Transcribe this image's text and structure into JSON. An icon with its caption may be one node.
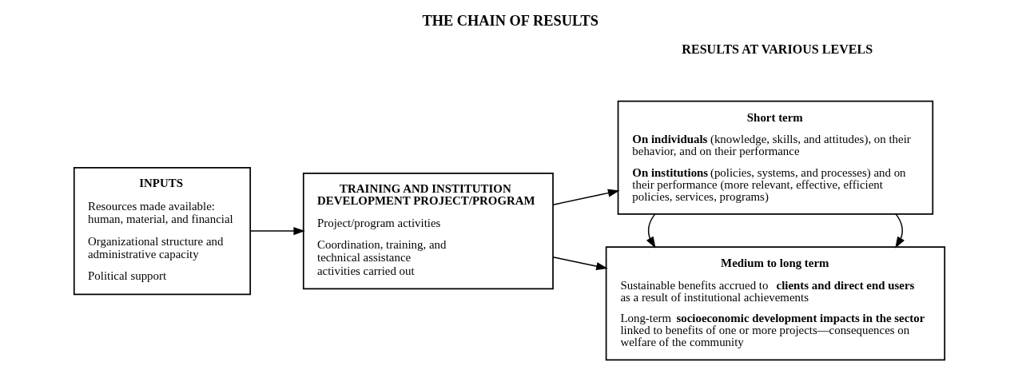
{
  "diagram": {
    "title": "THE CHAIN OF RESULTS",
    "nodes": [
      {
        "text": [
          "INPUTS",
          "Resources made available: human, material, and financial",
          "Organizational structure and administrative capacity",
          "Political support"
        ]
      },
      {
        "text": [
          "TRAINING AND INSTITUTION DEVELOPMENT PROJECT/PROGRAM",
          "Project/program activities",
          "Coordination, training, and technical assistance activities carried out"
        ]
      },
      {
        "text": [
          "Short term",
          "**On individuals** (knowledge, skills, and attitudes), on their behavior, and on their performance",
          "**On institutions** (policies, systems, and processes) and on their performance (more relevant, effective, efficient policies, services, programs)"
        ]
      },
      {
        "text": [
          "Medium to long term",
          "Sustainable benefits accrued to **clients and direct end users** as a result of institutional achievements",
          "Long-term **socioeconomic development impacts in the sector** linked to benefits of one or more projects—consequences on welfare of the community"
        ]
      }
    ],
    "edges": [
      {
        "from": 0,
        "to": 1,
        "arrow": "to"
      },
      {
        "from": 1,
        "to": 2,
        "arrow": "to"
      },
      {
        "from": 1,
        "to": 3,
        "arrow": "to"
      },
      {
        "from": 2,
        "to": 3,
        "arrow": "to"
      },
      {
        "from": 2,
        "to": 3,
        "arrow": "to"
      }
    ],
    "labels": [
      "RESULTS AT VARIOUS LEVELS"
    ]
  }
}
